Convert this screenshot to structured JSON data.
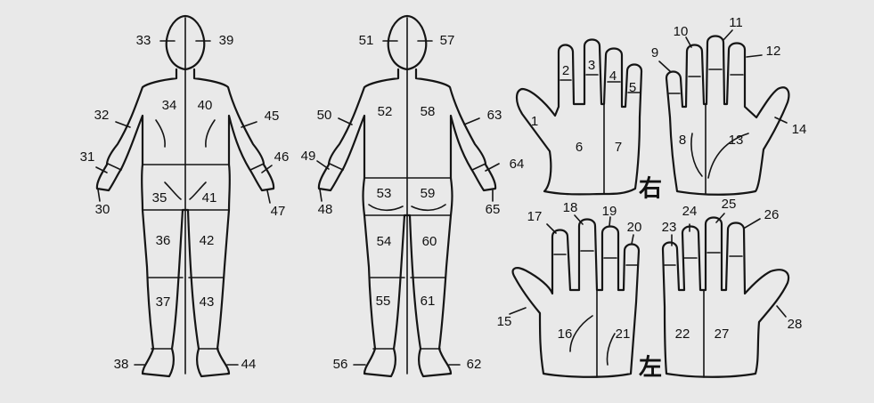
{
  "colors": {
    "background": "#e9e9e9",
    "ink": "#151515"
  },
  "hand_captions": {
    "right": "右",
    "left": "左"
  },
  "labels": {
    "n1": "1",
    "n2": "2",
    "n3": "3",
    "n4": "4",
    "n5": "5",
    "n6": "6",
    "n7": "7",
    "n8": "8",
    "n9": "9",
    "n10": "10",
    "n11": "11",
    "n12": "12",
    "n13": "13",
    "n14": "14",
    "n15": "15",
    "n16": "16",
    "n17": "17",
    "n18": "18",
    "n19": "19",
    "n20": "20",
    "n21": "21",
    "n22": "22",
    "n23": "23",
    "n24": "24",
    "n25": "25",
    "n26": "26",
    "n27": "27",
    "n28": "28",
    "n30": "30",
    "n31": "31",
    "n32": "32",
    "n33": "33",
    "n34": "34",
    "n35": "35",
    "n36": "36",
    "n37": "37",
    "n38": "38",
    "n39": "39",
    "n40": "40",
    "n41": "41",
    "n42": "42",
    "n43": "43",
    "n44": "44",
    "n45": "45",
    "n46": "46",
    "n47": "47",
    "n48": "48",
    "n49": "49",
    "n50": "50",
    "n51": "51",
    "n52": "52",
    "n53": "53",
    "n54": "54",
    "n55": "55",
    "n56": "56",
    "n57": "57",
    "n58": "58",
    "n59": "59",
    "n60": "60",
    "n61": "61",
    "n62": "62",
    "n63": "63",
    "n64": "64",
    "n65": "65"
  }
}
